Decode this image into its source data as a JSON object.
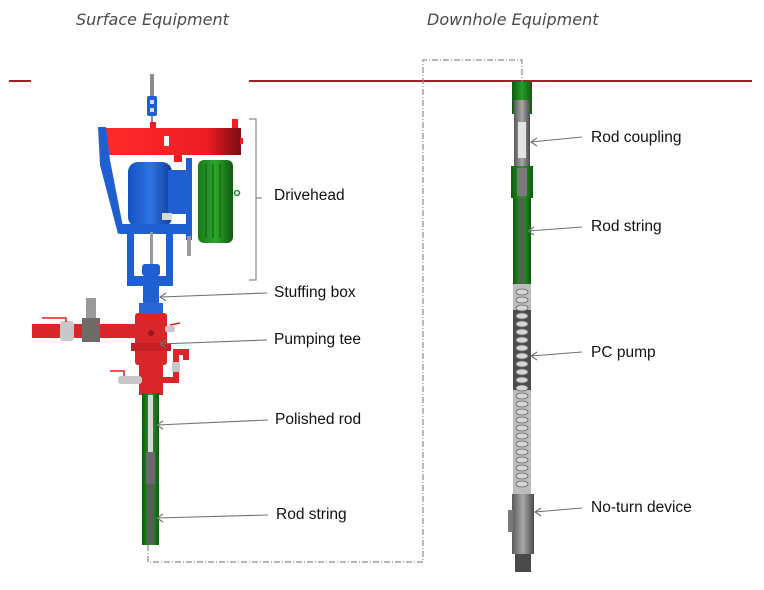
{
  "headings": {
    "surface": "Surface Equipment",
    "downhole": "Downhole Equipment"
  },
  "surface_labels": {
    "drivehead": "Drivehead",
    "stuffing_box": "Stuffing box",
    "pumping_tee": "Pumping tee",
    "polished_rod": "Polished rod",
    "rod_string": "Rod string"
  },
  "downhole_labels": {
    "rod_coupling": "Rod coupling",
    "rod_string": "Rod string",
    "pc_pump": "PC pump",
    "no_turn_device": "No-turn device"
  },
  "colors": {
    "ground_line": "#a31f24",
    "drive_frame": "#ee1c24",
    "gearbox": "#1f5fd1",
    "motor": "#1e8a1e",
    "wellhead": "#d9262b",
    "tubing": "#1c7a1c",
    "steel": "#808080",
    "leader": "#707070"
  }
}
